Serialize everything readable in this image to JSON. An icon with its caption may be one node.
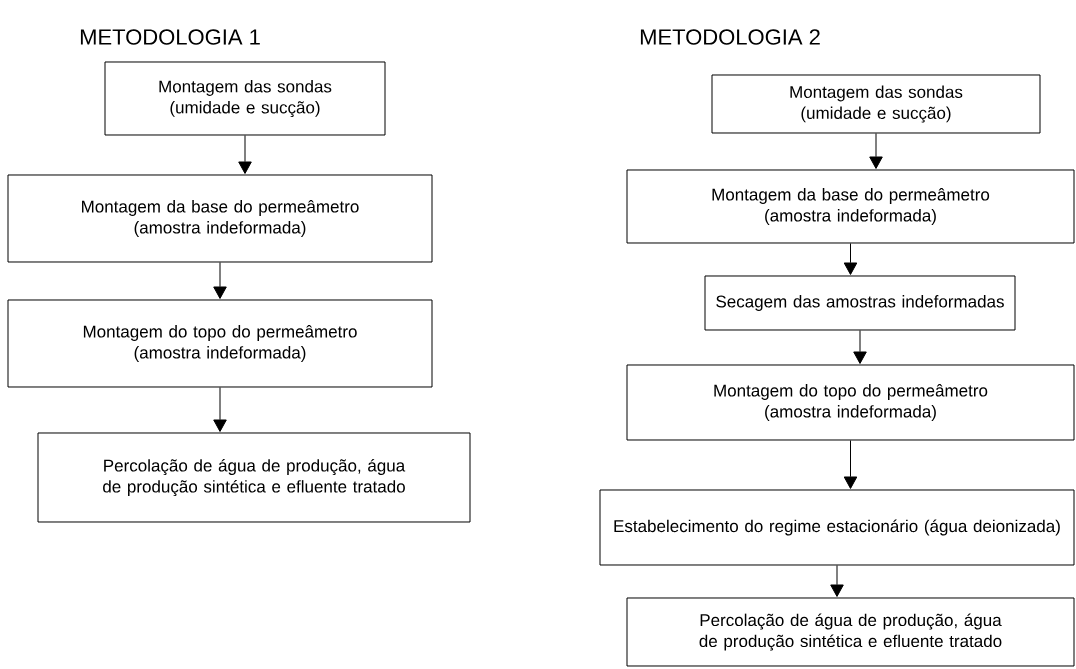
{
  "diagram": {
    "nodes": [
      {
        "text": [
          "Montagem das sondas (umidade e sucção)"
        ]
      },
      {
        "text": [
          "Montagem da base do permeâmetro (amostra indeformada)"
        ]
      },
      {
        "text": [
          "Montagem do topo do permeâmetro (amostra indeformada)"
        ]
      },
      {
        "text": [
          "Percolação de água de produção, água de produção sintética e efluente tratado"
        ]
      },
      {
        "text": [
          "Montagem das sondas (umidade e sucção)"
        ]
      },
      {
        "text": [
          "Montagem da base do permeâmetro (amostra indeformada)"
        ]
      },
      {
        "text": [
          "Secagem das amostras indeformadas"
        ]
      },
      {
        "text": [
          "Montagem do topo do permeâmetro (amostra indeformada)"
        ]
      },
      {
        "text": [
          "Estabelecimento do regime estacionário (água deionizada)"
        ]
      },
      {
        "text": [
          "Percolação de água de produção, água de produção sintética e efluente tratado"
        ]
      }
    ],
    "edges": [
      {
        "from": 0,
        "to": 1,
        "arrow": "to"
      },
      {
        "from": 1,
        "to": 2,
        "arrow": "to"
      },
      {
        "from": 2,
        "to": 3,
        "arrow": "to"
      },
      {
        "from": 4,
        "to": 5,
        "arrow": "to"
      },
      {
        "from": 5,
        "to": 6,
        "arrow": "to"
      },
      {
        "from": 6,
        "to": 7,
        "arrow": "to"
      },
      {
        "from": 7,
        "to": 8,
        "arrow": "to"
      },
      {
        "from": 8,
        "to": 9,
        "arrow": "to"
      }
    ],
    "labels": [
      "METODOLOGIA 1",
      "METODOLOGIA 2"
    ]
  }
}
